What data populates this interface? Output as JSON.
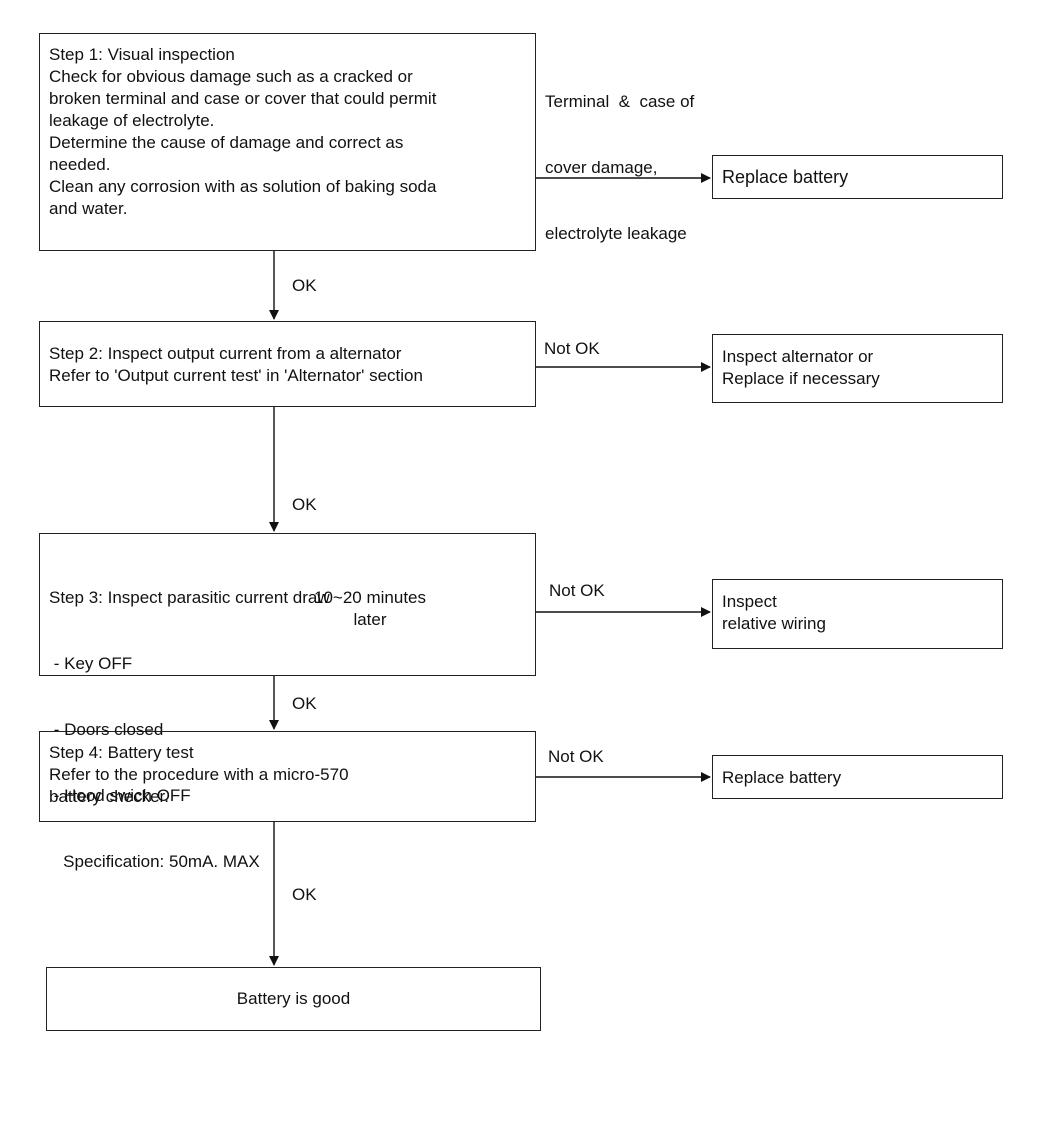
{
  "steps": [
    {
      "title": "Step 1: Visual inspection",
      "lines": [
        "Check for obvious damage such as a cracked or",
        "broken terminal and case or cover that could permit",
        "leakage of electrolyte.",
        "Determine the cause of damage and correct as",
        "needed.",
        "Clean any corrosion with as solution of baking soda",
        "and water."
      ]
    },
    {
      "title": "Step 2: Inspect output current from a alternator",
      "lines": [
        "Refer to 'Output current test' in 'Alternator' section"
      ]
    },
    {
      "title": "Step 3: Inspect parasitic current draw",
      "lines": [
        " - Key OFF",
        " - Doors closed",
        " - Hood swich OFF",
        "   Specification: 50mA. MAX"
      ],
      "timing": [
        "10~20 minutes",
        "later"
      ]
    },
    {
      "title": "Step 4: Battery test",
      "lines": [
        "Refer to the procedure with a micro-570",
        "battery checker."
      ]
    }
  ],
  "final": "Battery is good",
  "conditions": {
    "step1": [
      "Terminal  &  case of",
      "cover damage,",
      "electrolyte leakage"
    ],
    "not_ok": "Not OK",
    "ok": "OK"
  },
  "actions": {
    "a1": [
      "Replace battery"
    ],
    "a2": [
      "Inspect alternator or",
      "Replace if necessary"
    ],
    "a3": [
      "Inspect",
      "relative wiring"
    ],
    "a4": [
      "Replace battery"
    ]
  }
}
